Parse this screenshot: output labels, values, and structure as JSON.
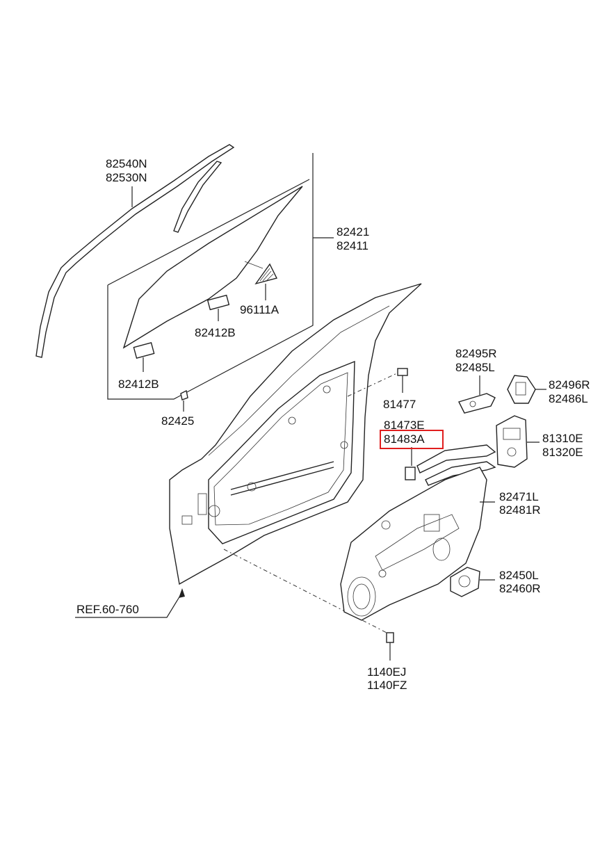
{
  "labels": {
    "p82540N": "82540N",
    "p82530N": "82530N",
    "p82421": "82421",
    "p82411": "82411",
    "p96111A": "96111A",
    "p82412B_a": "82412B",
    "p82412B_b": "82412B",
    "p82425": "82425",
    "p81477": "81477",
    "p81473E": "81473E",
    "p81483A": "81483A",
    "p82495R": "82495R",
    "p82485L": "82485L",
    "p82496R": "82496R",
    "p82486L": "82486L",
    "p81310E": "81310E",
    "p81320E": "81320E",
    "p82471L": "82471L",
    "p82481R": "82481R",
    "p82450L": "82450L",
    "p82460R": "82460R",
    "ref": "REF.60-760",
    "p1140EJ": "1140EJ",
    "p1140FZ": "1140FZ"
  },
  "colors": {
    "highlight": "#e01e1e",
    "line": "#222222"
  }
}
